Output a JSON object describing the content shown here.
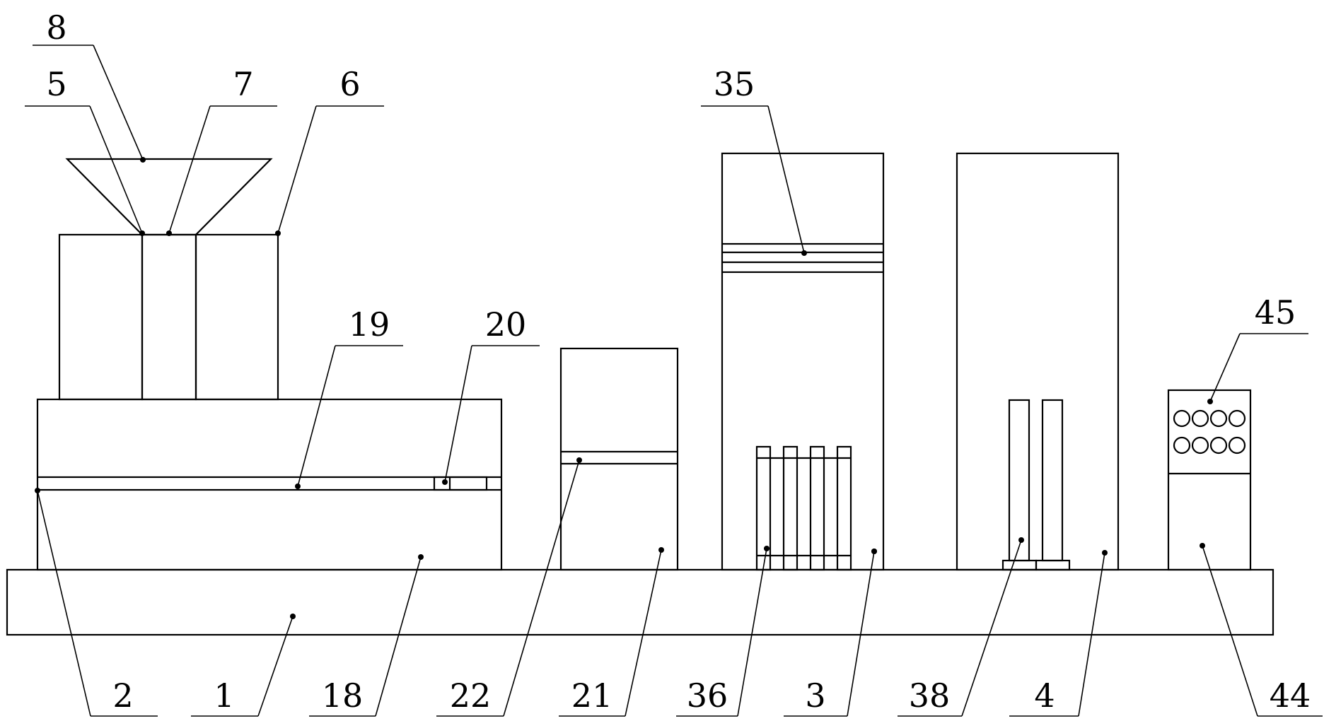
{
  "figure": {
    "labels": {
      "l1": "1",
      "l2": "2",
      "l3": "3",
      "l4": "4",
      "l5": "5",
      "l6": "6",
      "l7": "7",
      "l8": "8",
      "l18": "18",
      "l19": "19",
      "l20": "20",
      "l21": "21",
      "l22": "22",
      "l35": "35",
      "l36": "36",
      "l38": "38",
      "l44": "44",
      "l45": "45"
    }
  }
}
